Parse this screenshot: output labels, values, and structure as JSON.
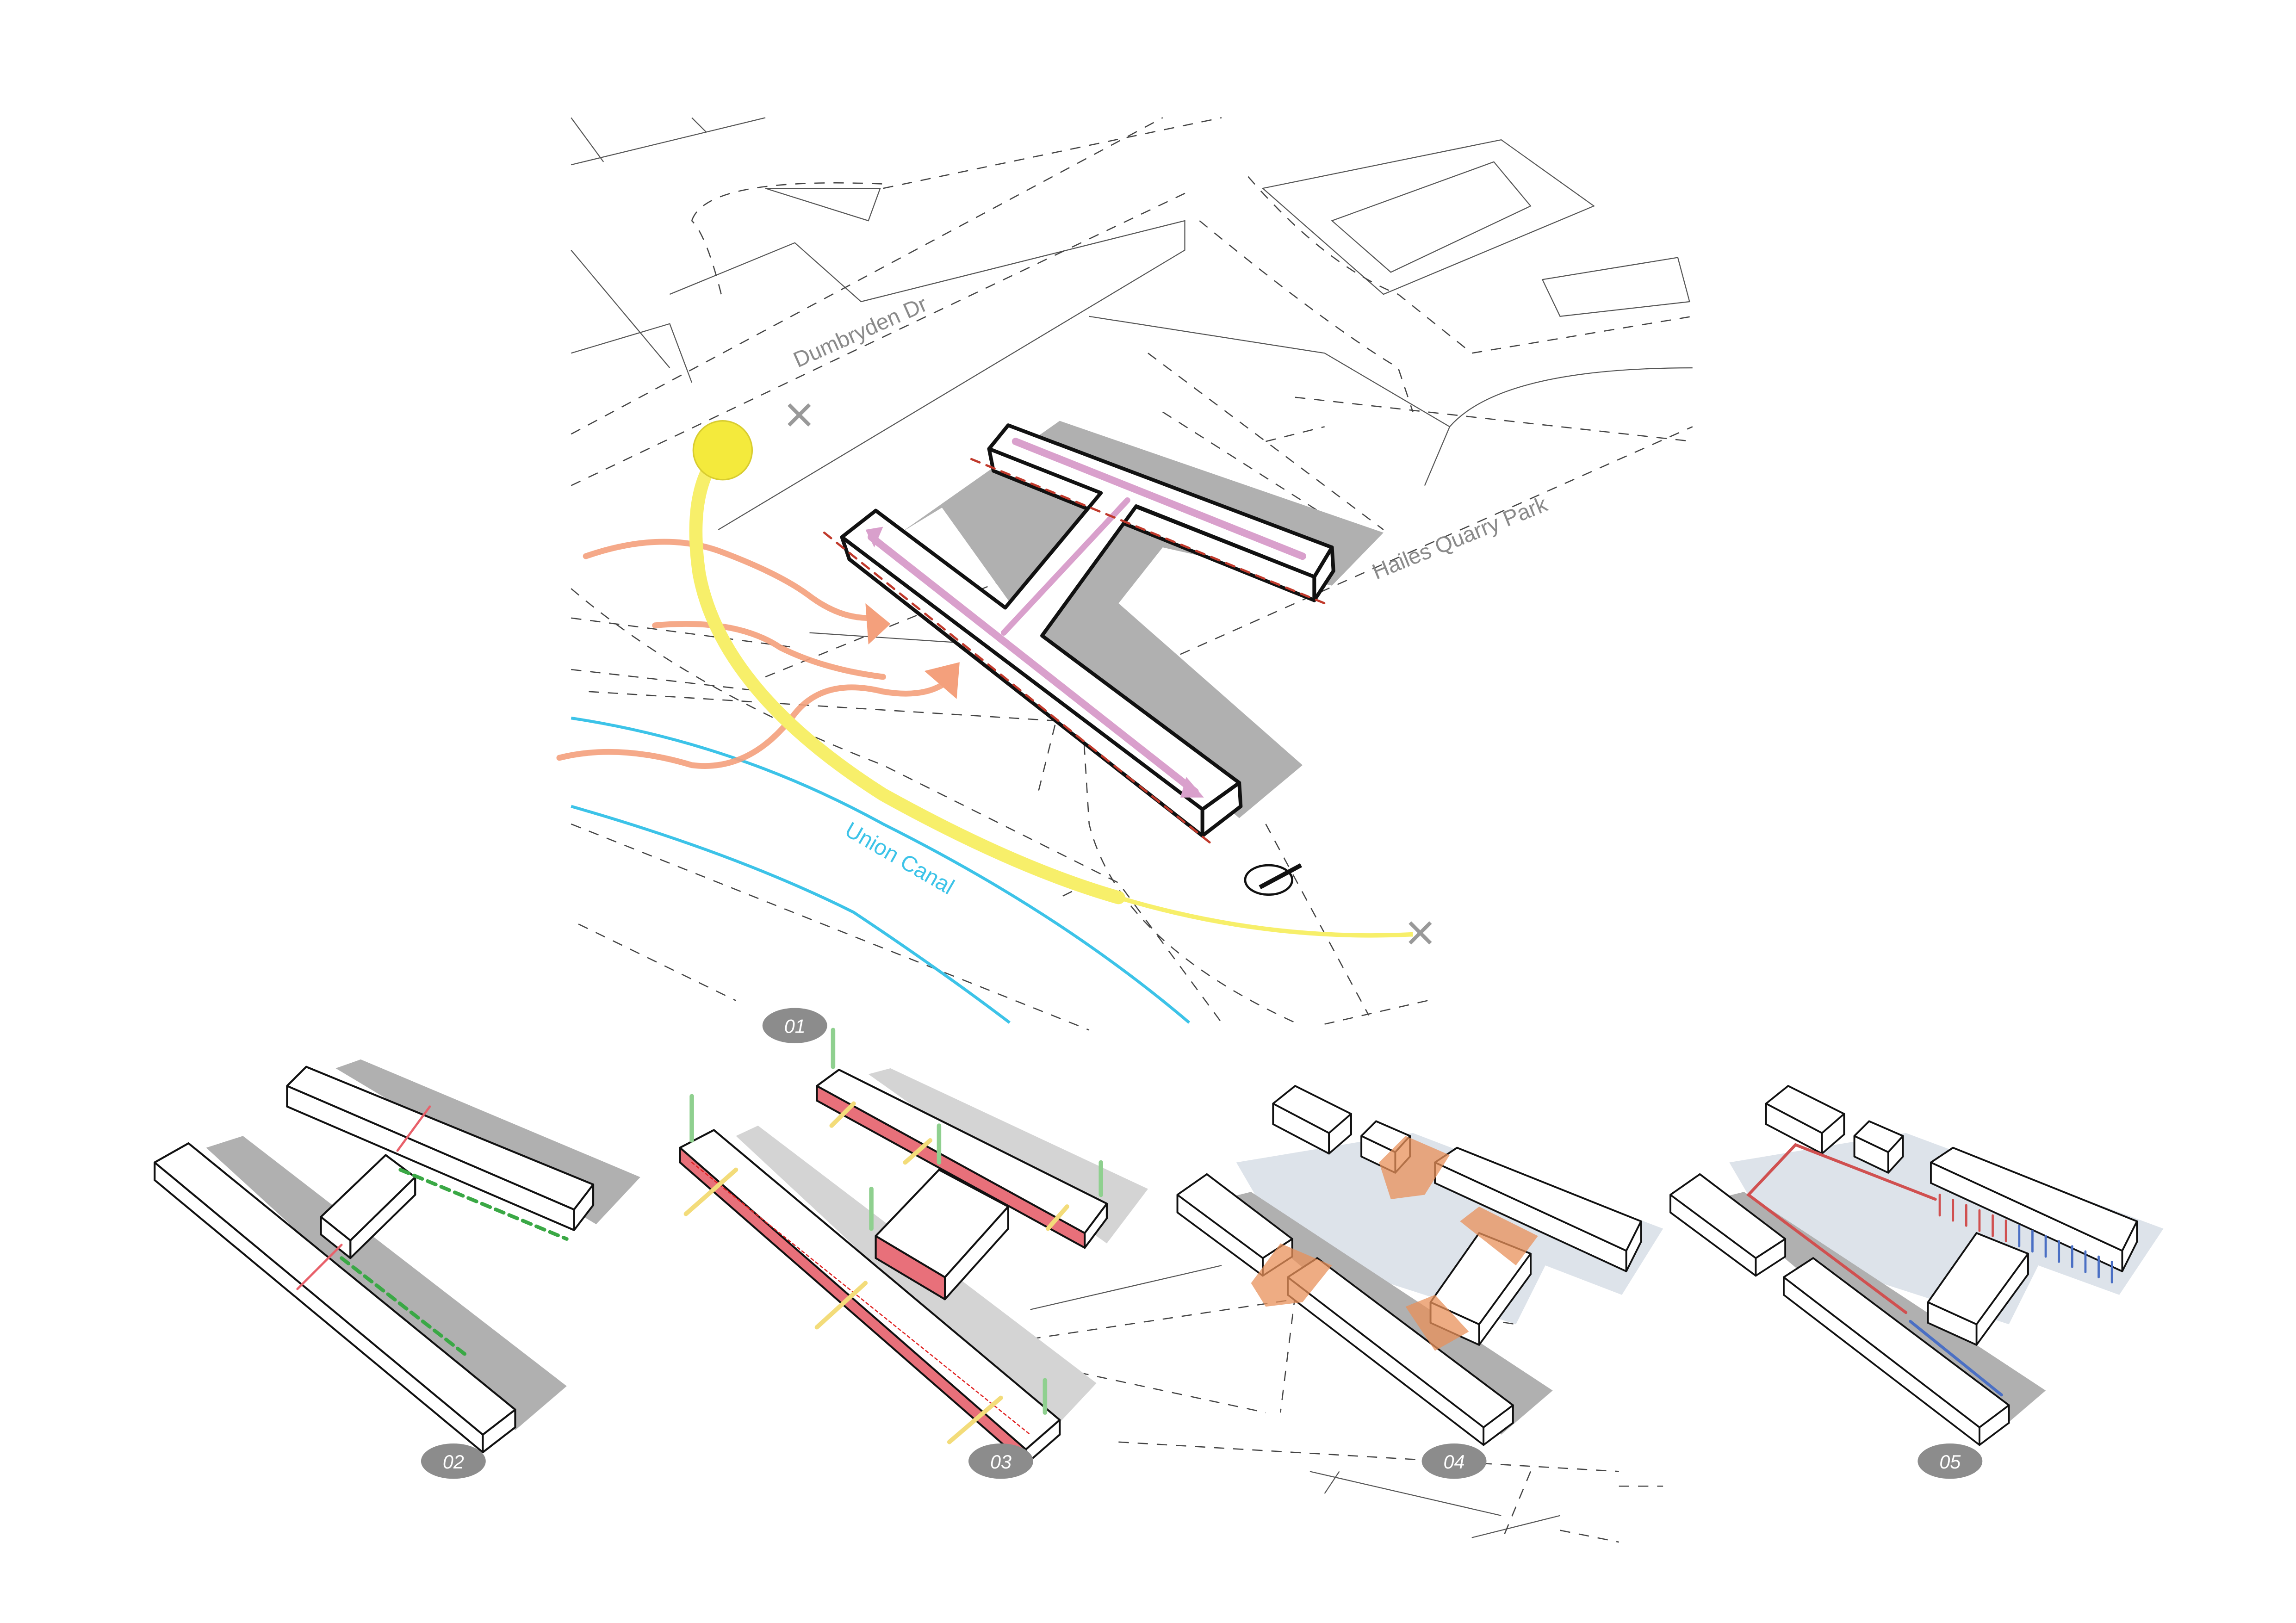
{
  "labels": {
    "street": "Dumbryden Dr",
    "park": "Hailes Quarry Park",
    "canal": "Union Canal"
  },
  "panels": [
    "01",
    "02",
    "03",
    "04",
    "05"
  ],
  "colors": {
    "canal": "#3cc3e8",
    "sun_path": "#f7ef6a",
    "wind": "#f4a07c",
    "circulation": "#d9a0cc",
    "boundary": "#c0392b",
    "shadow": "#b0b0b0",
    "green_arrow": "#3aa845",
    "heat": "#e8765a",
    "services_blue": "#4a6fc4"
  }
}
